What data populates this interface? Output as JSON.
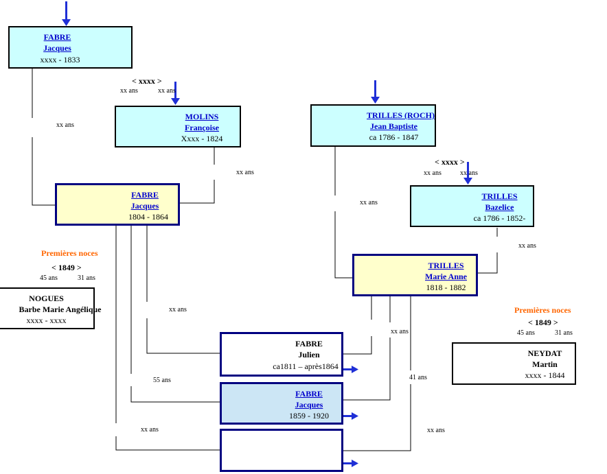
{
  "persons": {
    "fabre_jacques_1": {
      "surname": "FABRE",
      "given": "Jacques",
      "dates": "xxxx - 1833"
    },
    "molins": {
      "surname": "MOLINS",
      "given": "Françoise",
      "dates": "Xxxx - 1824"
    },
    "trilles_jb": {
      "surname": "TRILLES (ROCH)",
      "given": "Jean Baptiste",
      "dates": "ca 1786 - 1847"
    },
    "trilles_bazelice": {
      "surname": "TRILLES",
      "given": "Bazelice",
      "dates": "ca 1786 - 1852-"
    },
    "fabre_jacques_2": {
      "surname": "FABRE",
      "given": "Jacques",
      "dates": "1804 - 1864"
    },
    "trilles_ma": {
      "surname": "TRILLES",
      "given": "Marie Anne",
      "dates": "1818 - 1882"
    },
    "nogues": {
      "surname": "NOGUES",
      "given": "Barbe Marie Angélique",
      "dates": "xxxx  - xxxx"
    },
    "neydat": {
      "surname": "NEYDAT",
      "given": "Martin",
      "dates": "xxxx - 1844"
    },
    "fabre_julien": {
      "surname": "FABRE",
      "given": "Julien",
      "dates": "ca1811 – après1864"
    },
    "fabre_jacques_3": {
      "surname": "FABRE",
      "given": "Jacques",
      "dates": "1859 - 1920"
    }
  },
  "marriages": {
    "m1": {
      "year": "< xxxx >",
      "age_a": "xx ans",
      "age_b": "xx ans"
    },
    "m2": {
      "year": "< xxxx >",
      "age_a": "xx ans",
      "age_b": "xx ans"
    },
    "m3": {
      "label": "Premières noces",
      "year": "< 1849 >",
      "age_a": "45 ans",
      "age_b": "31 ans"
    },
    "m4": {
      "label": "Premières noces",
      "year": "< 1849 >",
      "age_a": "45 ans",
      "age_b": "31 ans"
    }
  },
  "ages": {
    "a1": "xx ans",
    "a2": "xx ans",
    "a3": "xx ans",
    "a4": "xx ans",
    "a5": "xx ans",
    "a6": "xx ans",
    "a7": "55 ans",
    "a8": "xx ans",
    "a9": "41 ans",
    "a10": "xx ans"
  },
  "colors": {
    "link": "#0000cc",
    "arrow": "#1f2fd6",
    "orange": "#ff6600",
    "cyan": "#ccffff",
    "yellow": "#ffffcc",
    "navy": "#000080"
  }
}
